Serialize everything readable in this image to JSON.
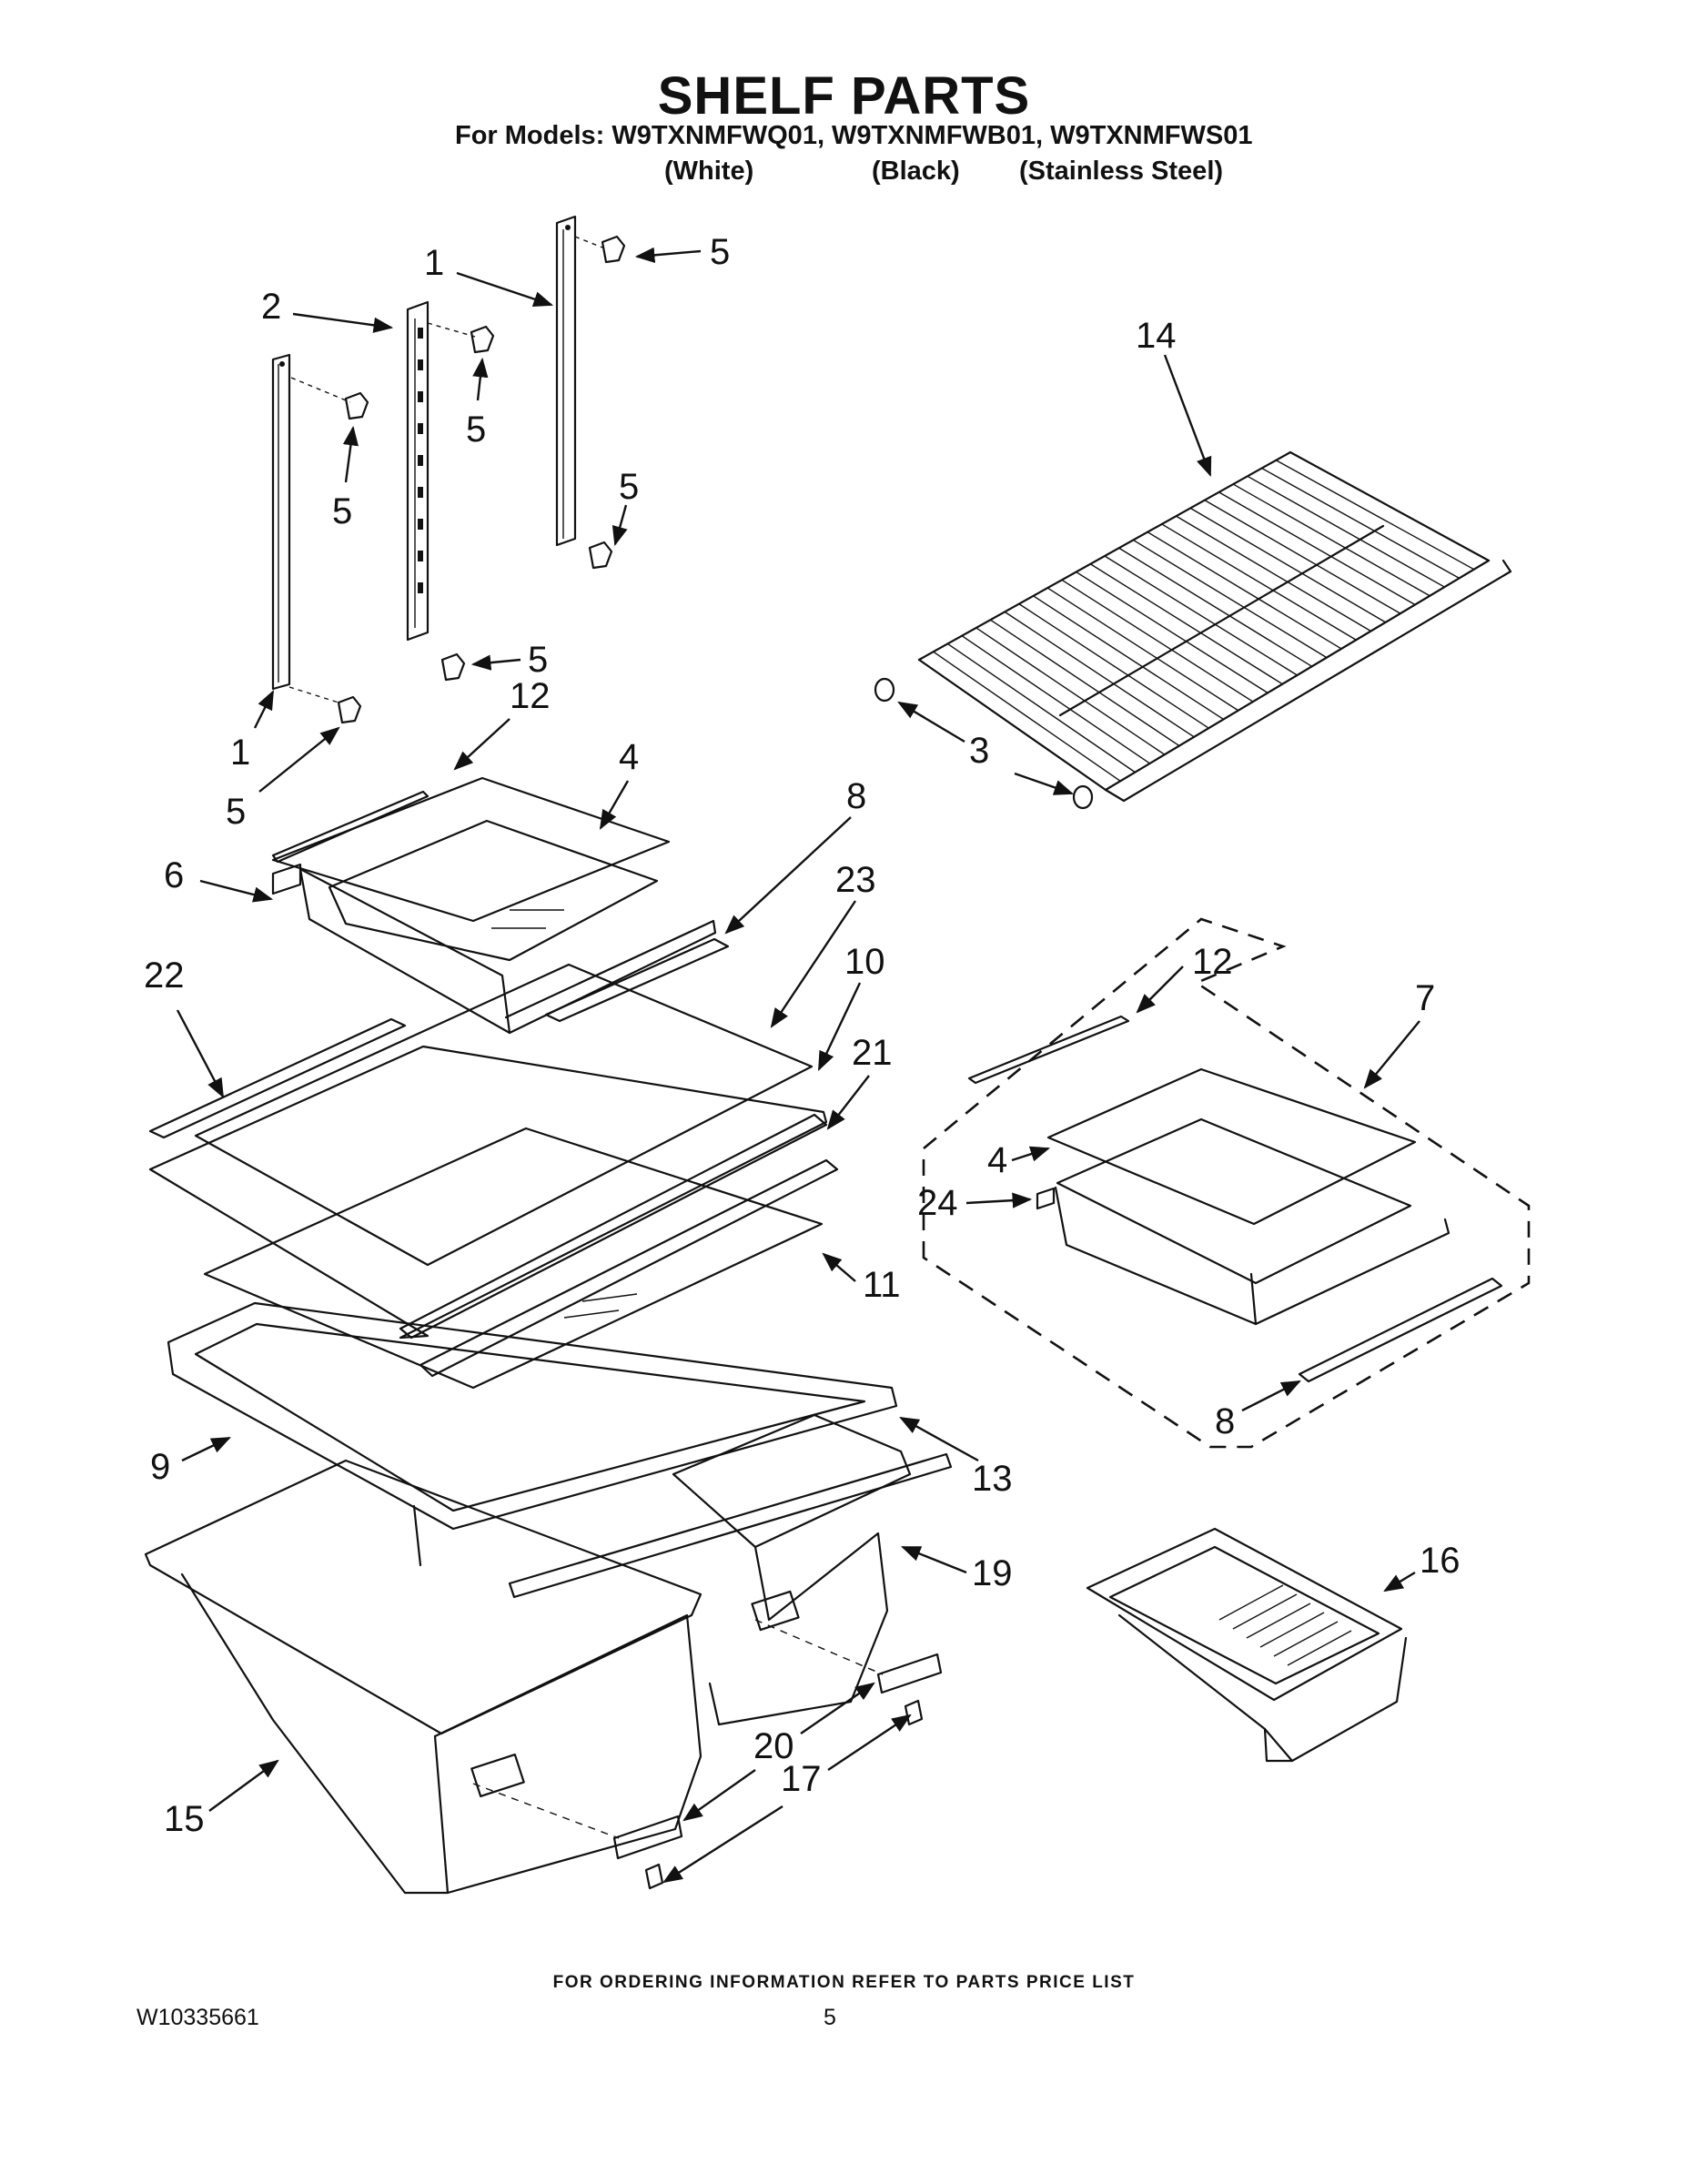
{
  "header": {
    "title": "SHELF PARTS",
    "models_line": "For Models: W9TXNMFWQ01, W9TXNMFWB01, W9TXNMFWS01",
    "variants": [
      "(White)",
      "(Black)",
      "(Stainless Steel)"
    ]
  },
  "footer": {
    "ordering_info": "FOR ORDERING INFORMATION REFER TO PARTS PRICE LIST",
    "document_number": "W10335661",
    "page_number": "5"
  },
  "callouts": {
    "c1a": "1",
    "c1b": "1",
    "c2": "2",
    "c3": "3",
    "c4a": "4",
    "c4b": "4",
    "c5a": "5",
    "c5b": "5",
    "c5c": "5",
    "c5d": "5",
    "c5e": "5",
    "c5f": "5",
    "c6": "6",
    "c7": "7",
    "c8a": "8",
    "c8b": "8",
    "c9": "9",
    "c10": "10",
    "c11": "11",
    "c12a": "12",
    "c12b": "12",
    "c13": "13",
    "c14": "14",
    "c15": "15",
    "c16": "16",
    "c17": "17",
    "c19": "19",
    "c20": "20",
    "c21": "21",
    "c22": "22",
    "c23": "23",
    "c24": "24"
  }
}
